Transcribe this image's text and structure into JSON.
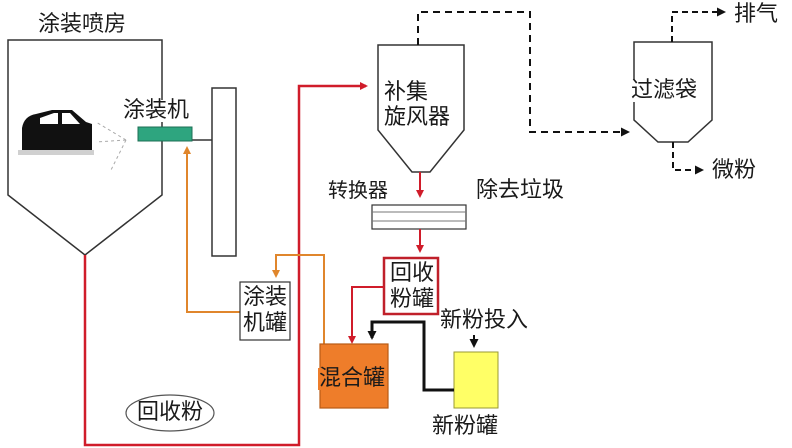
{
  "labels": {
    "booth": "涂装喷房",
    "coating_machine": "涂装机",
    "coating_tank_line1": "涂装",
    "coating_tank_line2": "机罐",
    "recovered_powder": "回收粉",
    "cyclone_line1": "补集",
    "cyclone_line2": "旋风器",
    "converter": "转换器",
    "remove_garbage": "除去垃圾",
    "recovery_tank_line1": "回收",
    "recovery_tank_line2": "粉罐",
    "new_powder_input": "新粉投入",
    "mixing_tank": "混合罐",
    "new_powder_tank": "新粉罐",
    "filter_bag": "过滤袋",
    "exhaust": "排气",
    "fine_powder": "微粉"
  },
  "colors": {
    "outline": "#333333",
    "recovery_line": "#d01c2a",
    "supply_line": "#e0862c",
    "feed_line": "#111111",
    "dashed_line": "#111111",
    "coating_machine_fill": "#2ea57f",
    "mixing_tank_fill": "#ee7d2a",
    "new_powder_tank_fill": "#ffff66",
    "recovery_tank_border": "#c0202a",
    "car_fill": "#111111"
  }
}
